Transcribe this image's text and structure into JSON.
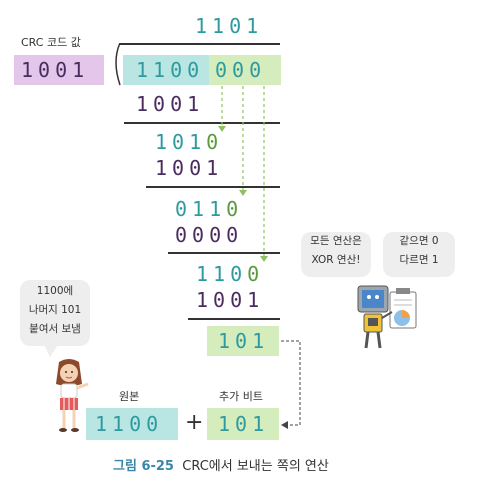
{
  "crc_label": "CRC 코드 값",
  "divisor": "1001",
  "quotient": "1101",
  "dividend_data": "1100",
  "dividend_pad": "000",
  "steps": [
    {
      "sub": "1001",
      "rem": "101",
      "bring": "0"
    },
    {
      "sub": "1001",
      "rem": "011",
      "bring": "0"
    },
    {
      "sub": "0000",
      "rem": "110",
      "bring": "0"
    },
    {
      "sub": "1001"
    }
  ],
  "remainder": "101",
  "labels": {
    "original": "원본",
    "added_bits": "추가 비트"
  },
  "result": {
    "original": "1100",
    "plus": "+",
    "added": "101"
  },
  "bubbles": {
    "girl": [
      "1100에",
      "나머지 101",
      "붙여서 보냄"
    ],
    "robot1": [
      "모든 연산은",
      "XOR 연산!"
    ],
    "robot2": [
      "같으면 0",
      "다르면 1"
    ]
  },
  "caption": {
    "figure": "그림 6-25",
    "text": "CRC에서 보내는 쪽의 연산"
  },
  "colors": {
    "teal": "#2e9aa0",
    "purple": "#4a2d5e",
    "green": "#5a9a3c",
    "teal_box": "#b9e6e3",
    "purple_box": "#e3c6ea",
    "green_box": "#d5edbd"
  }
}
